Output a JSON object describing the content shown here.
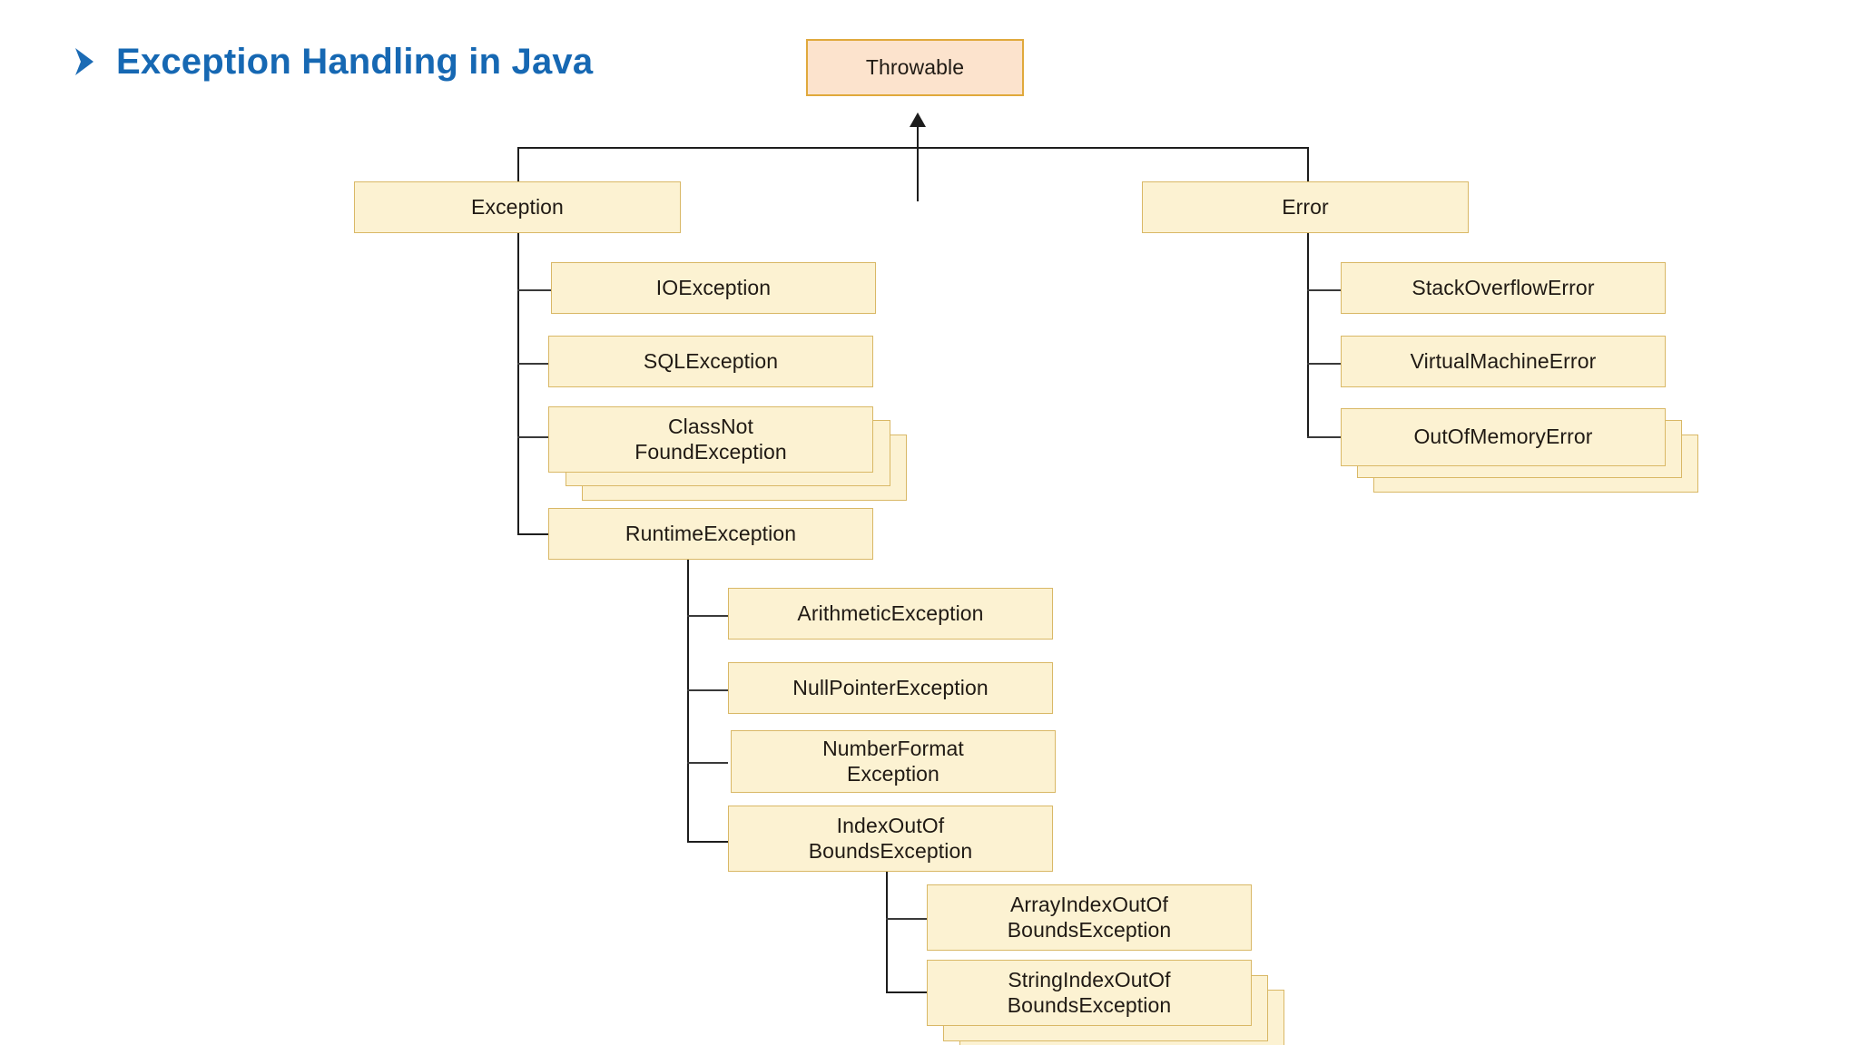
{
  "slide": {
    "title": "Exception Handling in Java",
    "bullet_icon": "chevron-right-bullet-icon",
    "title_color": "#1668b3",
    "background_color": "#ffffff"
  },
  "diagram": {
    "type": "hierarchy-tree",
    "node_fill": "#fcf2d2",
    "node_border": "#d9b866",
    "root_fill": "#fce3cd",
    "root_border": "#e0a93c",
    "connector_color": "#1d1d1d",
    "nodes": [
      {
        "id": "throwable",
        "label": "Throwable",
        "parent": null,
        "stacked": 0
      },
      {
        "id": "exception",
        "label": "Exception",
        "parent": "throwable",
        "stacked": 0
      },
      {
        "id": "error",
        "label": "Error",
        "parent": "throwable",
        "stacked": 0
      },
      {
        "id": "ioexception",
        "label": "IOException",
        "parent": "exception",
        "stacked": 0
      },
      {
        "id": "sqlexception",
        "label": "SQLException",
        "parent": "exception",
        "stacked": 0
      },
      {
        "id": "classnotfoundexception",
        "label": "ClassNot\nFoundException",
        "parent": "exception",
        "stacked": 2
      },
      {
        "id": "runtimeexception",
        "label": "RuntimeException",
        "parent": "exception",
        "stacked": 0
      },
      {
        "id": "stackoverflowerror",
        "label": "StackOverflowError",
        "parent": "error",
        "stacked": 0
      },
      {
        "id": "virtualmachineerror",
        "label": "VirtualMachineError",
        "parent": "error",
        "stacked": 0
      },
      {
        "id": "outofmemoryerror",
        "label": "OutOfMemoryError",
        "parent": "error",
        "stacked": 2
      },
      {
        "id": "arithmeticexception",
        "label": "ArithmeticException",
        "parent": "runtimeexception",
        "stacked": 0
      },
      {
        "id": "nullpointerexception",
        "label": "NullPointerException",
        "parent": "runtimeexception",
        "stacked": 0
      },
      {
        "id": "numberformatexception",
        "label": "NumberFormat\nException",
        "parent": "runtimeexception",
        "stacked": 0
      },
      {
        "id": "indexoutofboundsexception",
        "label": "IndexOutOf\nBoundsException",
        "parent": "runtimeexception",
        "stacked": 0
      },
      {
        "id": "arrayindexoutofbounds",
        "label": "ArrayIndexOutOf\nBoundsException",
        "parent": "indexoutofboundsexception",
        "stacked": 0
      },
      {
        "id": "stringindexoutofbounds",
        "label": "StringIndexOutOf\nBoundsException",
        "parent": "indexoutofboundsexception",
        "stacked": 2
      }
    ]
  }
}
